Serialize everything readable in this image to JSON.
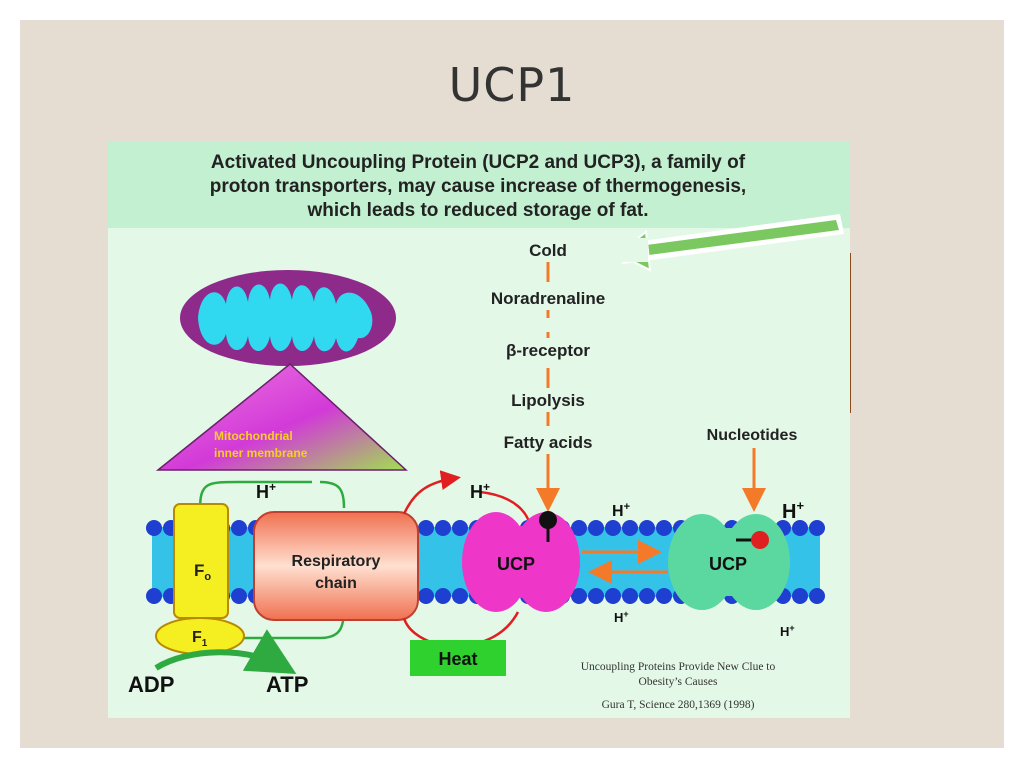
{
  "slide": {
    "title": "UCP1"
  },
  "figure": {
    "header_lines": [
      "Activated Uncoupling Protein (UCP2 and UCP3), a family of",
      "proton transporters, may cause increase of thermogenesis,",
      "which leads to reduced storage of fat."
    ],
    "pathway": [
      "Cold",
      "Noradrenaline",
      "β-receptor",
      "Lipolysis",
      "Fatty acids"
    ],
    "nucleotides": "Nucleotides",
    "mito_label_1": "Mitochondrial",
    "mito_label_2": "inner membrane",
    "h_plus": "H",
    "plus_sign": "+",
    "fo_main": "F",
    "fo_sub": "o",
    "f1_main": "F",
    "f1_sub": "1",
    "resp_1": "Respiratory",
    "resp_2": "chain",
    "ucp_left": "UCP",
    "ucp_right": "UCP",
    "heat": "Heat",
    "adp": "ADP",
    "atp": "ATP",
    "citation": [
      "Uncoupling Proteins Provide New Clue to",
      "Obesity’s Causes",
      "Gura T,  Science 280,1369 (1998)"
    ]
  },
  "colors": {
    "header_bg": "#c2f0d0",
    "body_bg": "#e4f8e8",
    "membrane_blue": "#1e3fd0",
    "membrane_fill": "#35c2e8",
    "ucp_pink": "#ee37c8",
    "ucp_green": "#5ad8a0",
    "arrow_orange": "#f47a2a",
    "heat_green": "#2fd12f"
  }
}
